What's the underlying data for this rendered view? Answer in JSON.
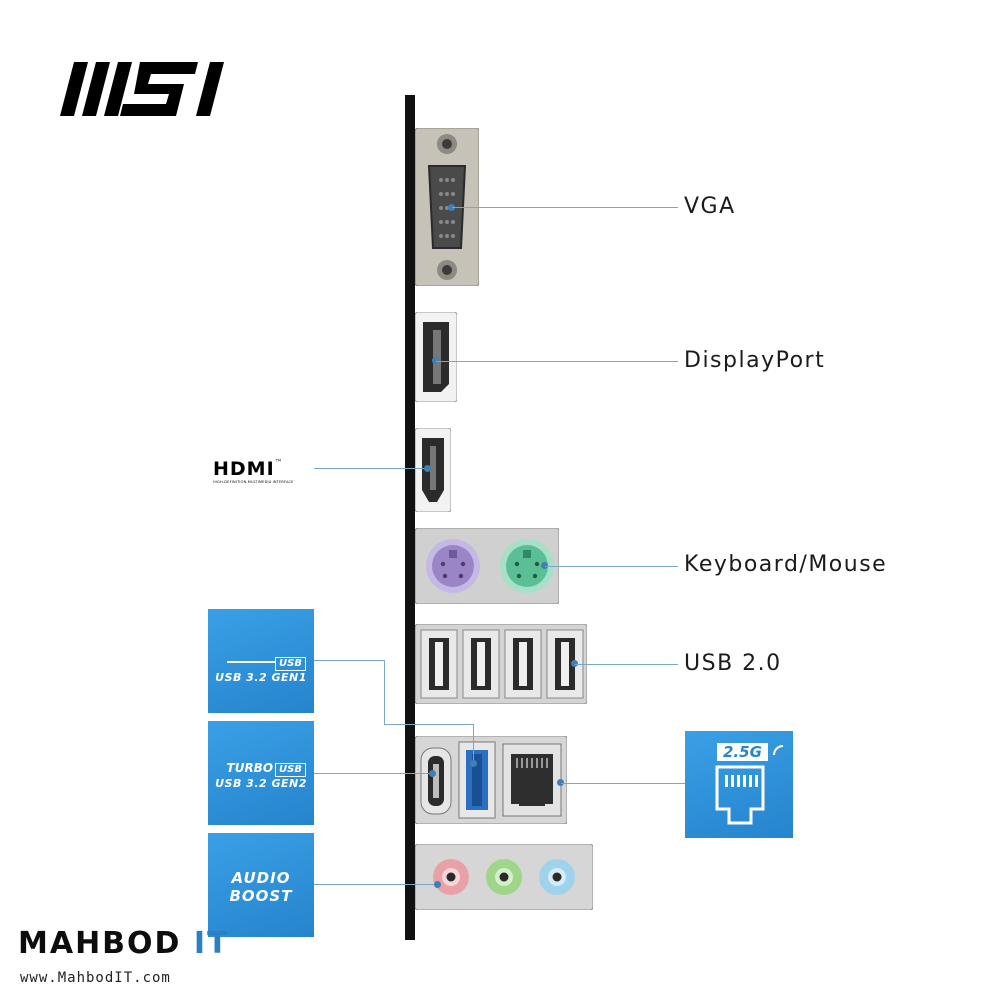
{
  "logo": {
    "text": "MSI"
  },
  "ports": {
    "vga": {
      "label": "VGA"
    },
    "displayport": {
      "label": "DisplayPort"
    },
    "hdmi": {
      "logo": "HDMI",
      "tm": "™",
      "subtitle": "HIGH-DEFINITION MULTIMEDIA INTERFACE"
    },
    "ps2": {
      "label": "Keyboard/Mouse"
    },
    "usb2": {
      "label": "USB 2.0"
    }
  },
  "badges": {
    "usb_gen1": {
      "tag": "USB",
      "text": "USB 3.2 GEN1"
    },
    "usb_gen2": {
      "prefix": "TURBO",
      "tag": "USB",
      "text": "USB 3.2 GEN2"
    },
    "audio": {
      "line1": "AUDIO",
      "line2": "BOOST"
    },
    "lan": {
      "tag": "2.5G"
    }
  },
  "watermark": {
    "brand_main": "MAHBOD ",
    "brand_accent": "IT",
    "site": "www.MahbodIT.com"
  },
  "colors": {
    "badge_blue": "#2e8fd6",
    "callout_line": "#7aa6c8",
    "ps2_keyboard": "#9a86c6",
    "ps2_mouse": "#5bbf96",
    "audio_pink": "#e9a1a8",
    "audio_green": "#9fd68a",
    "audio_blue": "#9fd3ec",
    "usb3_port": "#2a6fc2"
  }
}
